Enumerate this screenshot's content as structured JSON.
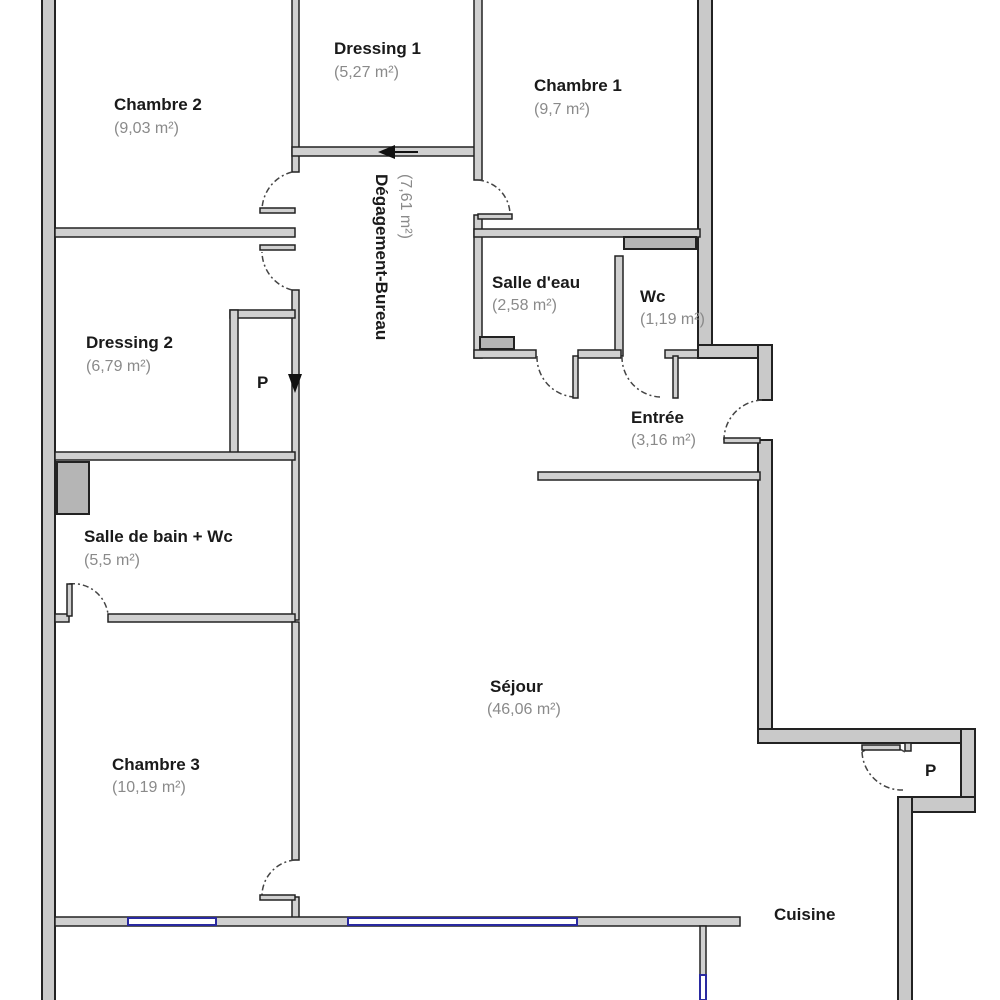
{
  "rooms": {
    "chambre2": {
      "name": "Chambre 2",
      "area": "(9,03 m²)"
    },
    "dressing1": {
      "name": "Dressing 1",
      "area": "(5,27 m²)"
    },
    "chambre1": {
      "name": "Chambre 1",
      "area": "(9,7 m²)"
    },
    "degagement": {
      "name": "Dégagement-Bureau",
      "area": "(7,61 m²)"
    },
    "salle_eau": {
      "name": "Salle d'eau",
      "area": "(2,58 m²)"
    },
    "wc": {
      "name": "Wc",
      "area": "(1,19 m²)"
    },
    "dressing2": {
      "name": "Dressing 2",
      "area": "(6,79 m²)"
    },
    "placard1": {
      "name": "P"
    },
    "entree": {
      "name": "Entrée",
      "area": "(3,16 m²)"
    },
    "salle_bain": {
      "name": "Salle de bain + Wc",
      "area": "(5,5 m²)"
    },
    "sejour": {
      "name": "Séjour",
      "area": "(46,06 m²)"
    },
    "chambre3": {
      "name": "Chambre 3",
      "area": "(10,19 m²)"
    },
    "placard2": {
      "name": "P"
    },
    "cuisine": {
      "name": "Cuisine"
    }
  },
  "colors": {
    "wall": "#c9c9c9",
    "window": "#2a2aa0",
    "area_text": "#8a8a8a"
  }
}
